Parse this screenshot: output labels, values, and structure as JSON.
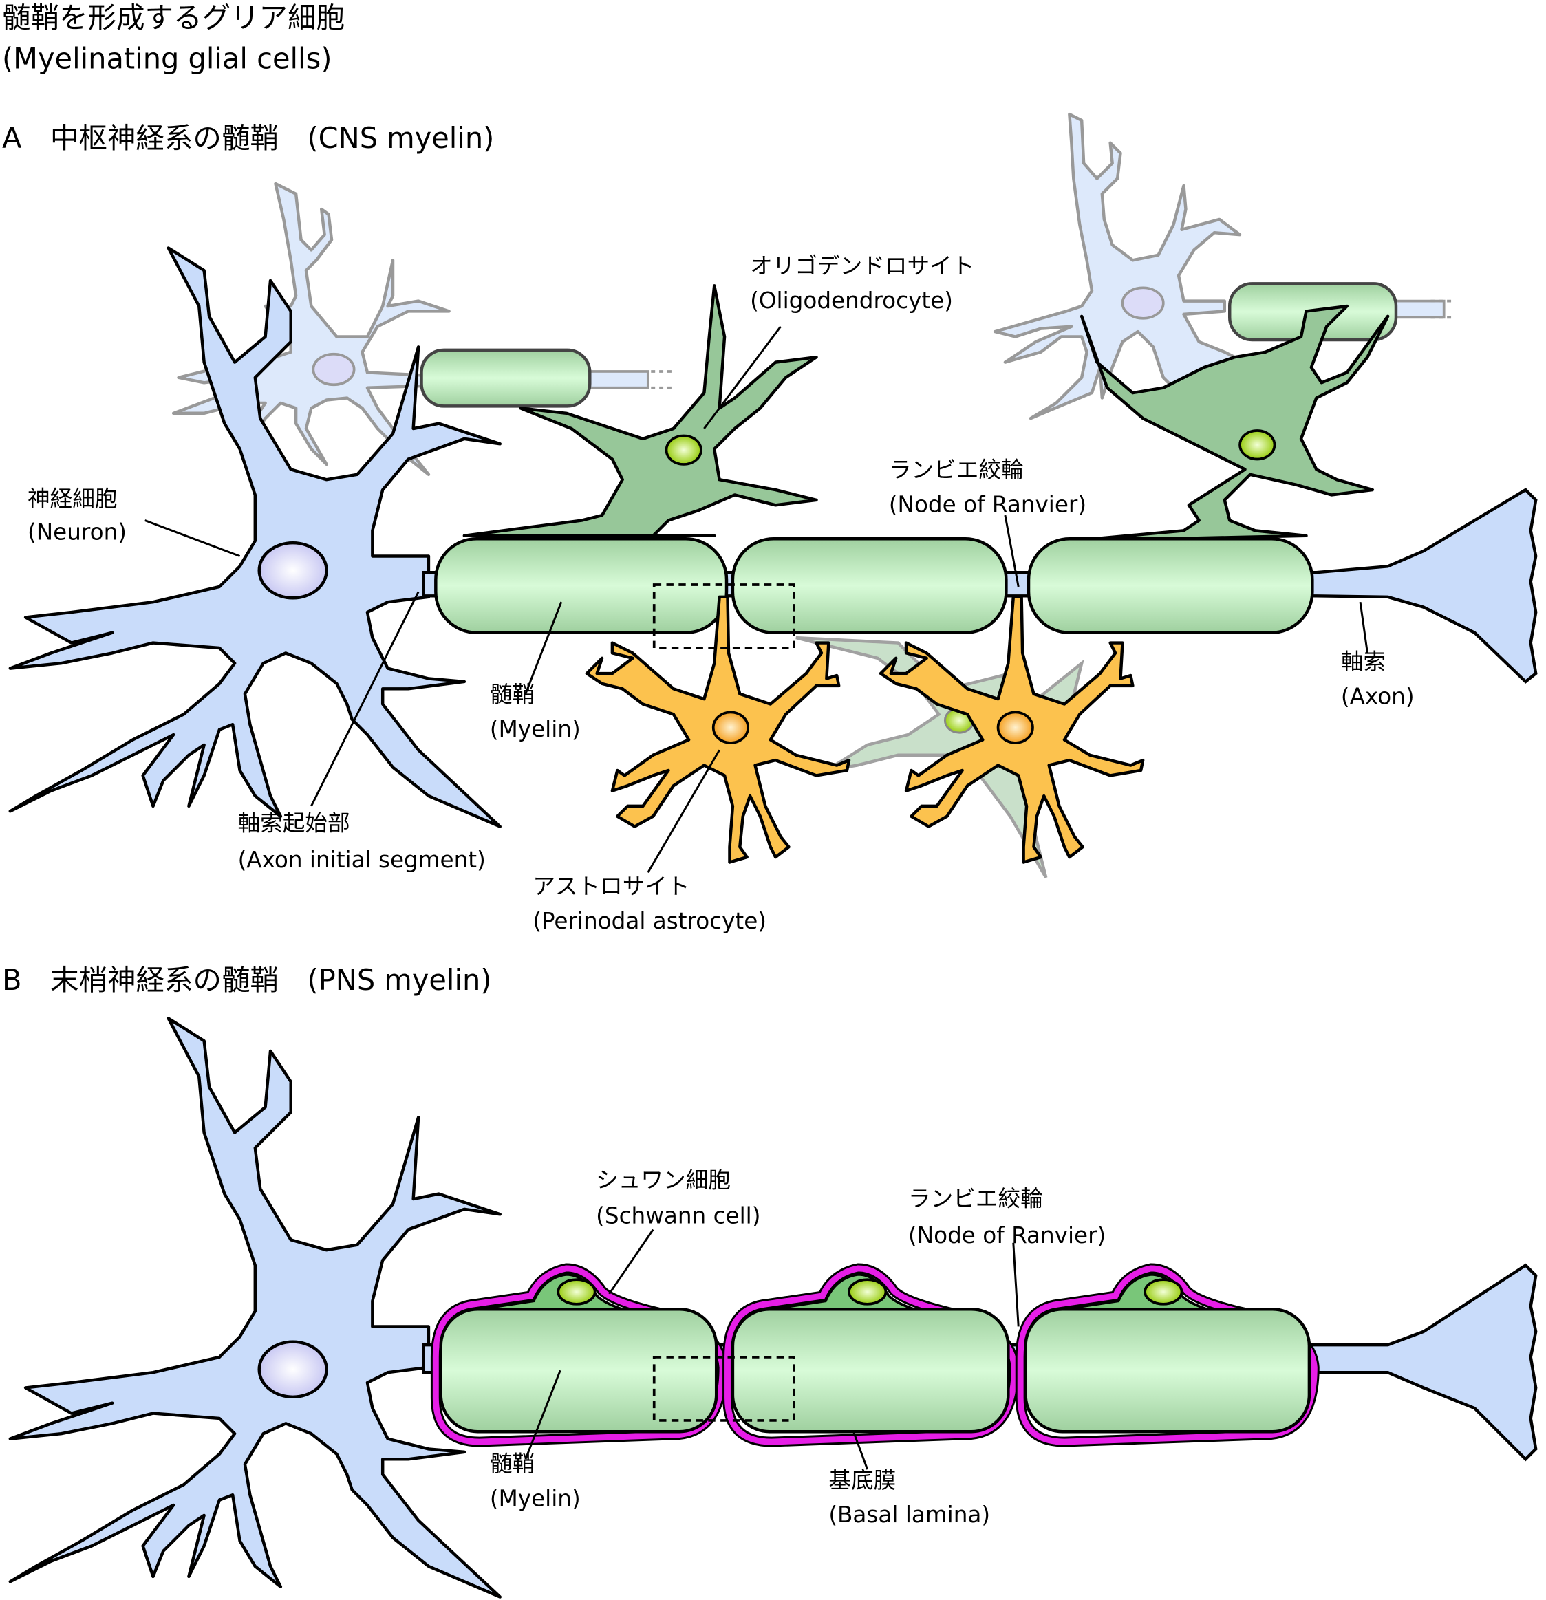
{
  "title": {
    "ja": "髄鞘を形成するグリア細胞",
    "en": "(Myelinating glial cells)"
  },
  "panel_a": {
    "heading": "A　中枢神経系の髄鞘　(CNS myelin)",
    "labels": {
      "oligodendrocyte": {
        "ja": "オリゴデンドロサイト",
        "en": "(Oligodendrocyte)"
      },
      "node": {
        "ja": "ランビエ絞輪",
        "en": "(Node of Ranvier)"
      },
      "neuron": {
        "ja": "神経細胞",
        "en": "(Neuron)"
      },
      "myelin": {
        "ja": "髄鞘",
        "en": "(Myelin)"
      },
      "axon": {
        "ja": "軸索",
        "en": "(Axon)"
      },
      "ais": {
        "ja": "軸索起始部",
        "en": "(Axon initial segment)"
      },
      "astrocyte": {
        "ja": "アストロサイト",
        "en": "(Perinodal astrocyte)"
      }
    }
  },
  "panel_b": {
    "heading": "B　末梢神経系の髄鞘　(PNS myelin)",
    "labels": {
      "schwann": {
        "ja": "シュワン細胞",
        "en": "(Schwann cell)"
      },
      "node": {
        "ja": "ランビエ絞輪",
        "en": "(Node of Ranvier)"
      },
      "myelin": {
        "ja": "髄鞘",
        "en": "(Myelin)"
      },
      "basal": {
        "ja": "基底膜",
        "en": "(Basal lamina)"
      }
    }
  },
  "colors": {
    "neuron": "#c9dcfa",
    "myelin": "#a8d8a8",
    "oligodendrocyte": "#97c799",
    "astrocyte": "#fcc24e",
    "schwann": "#79c679",
    "basal_lamina": "#e61ee6"
  }
}
